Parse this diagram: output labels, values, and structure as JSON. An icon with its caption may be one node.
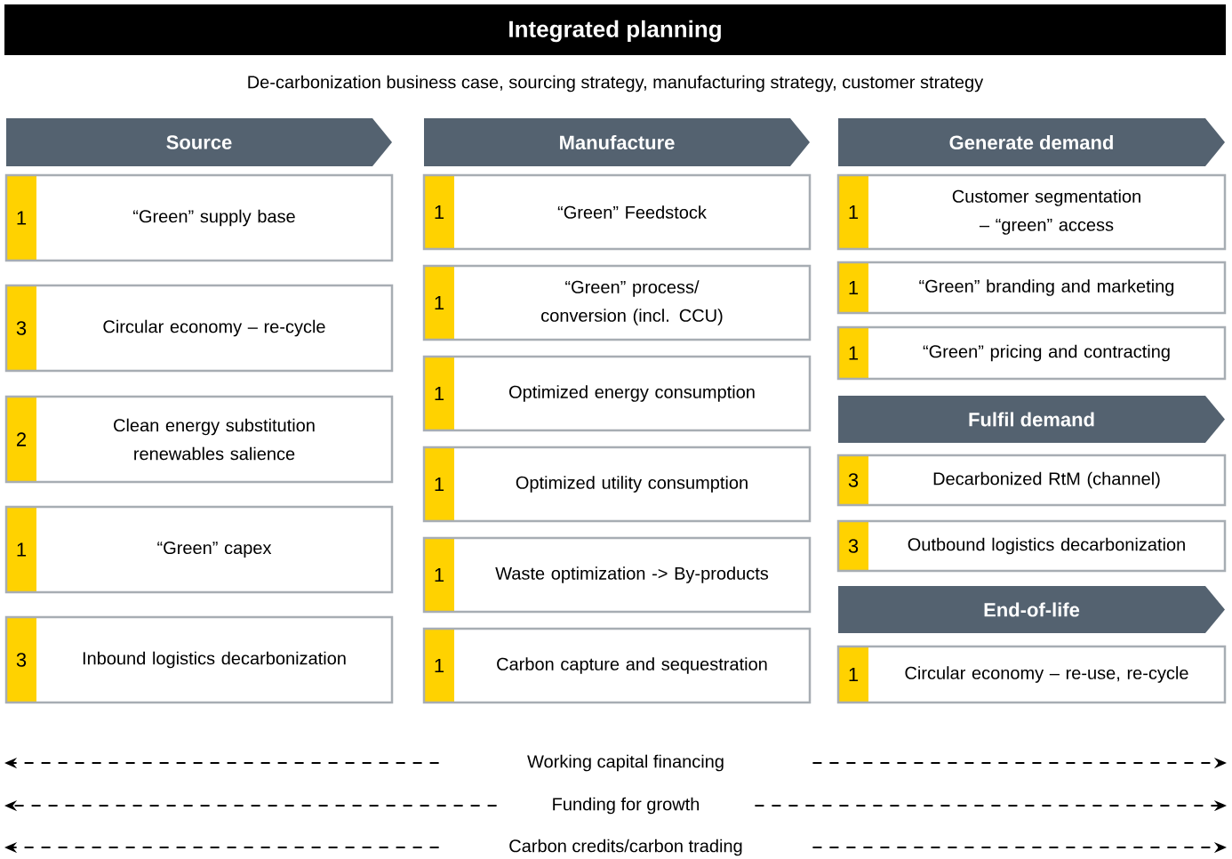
{
  "diagram": {
    "title": "Integrated planning",
    "nodes": [
      {
        "text": [
          "Source"
        ]
      },
      {
        "text": [
          "1",
          "“Green” supply base"
        ]
      },
      {
        "text": [
          "3",
          "Circular economy – re-cycle"
        ]
      },
      {
        "text": [
          "2",
          "Clean energy substitution renewables salience"
        ]
      },
      {
        "text": [
          "1",
          "“Green” capex"
        ]
      },
      {
        "text": [
          "3",
          "Inbound logistics decarbonization"
        ]
      },
      {
        "text": [
          "Manufacture"
        ]
      },
      {
        "text": [
          "1",
          "“Green” Feedstock"
        ]
      },
      {
        "text": [
          "1",
          "“Green” process/ conversion (incl. CCU)"
        ]
      },
      {
        "text": [
          "1",
          "Optimized energy consumption"
        ]
      },
      {
        "text": [
          "1",
          "Optimized utility consumption"
        ]
      },
      {
        "text": [
          "1",
          "Waste optimization -> By-products"
        ]
      },
      {
        "text": [
          "1",
          "Carbon capture and sequestration"
        ]
      },
      {
        "text": [
          "Generate demand"
        ]
      },
      {
        "text": [
          "1",
          "Customer segmentation – “green” access"
        ]
      },
      {
        "text": [
          "1",
          "“Green” branding and marketing"
        ]
      },
      {
        "text": [
          "1",
          "“Green” pricing and contracting"
        ]
      },
      {
        "text": [
          "Fulfil demand"
        ]
      },
      {
        "text": [
          "3",
          "Decarbonized RtM (channel)"
        ]
      },
      {
        "text": [
          "3",
          "Outbound logistics decarbonization"
        ]
      },
      {
        "text": [
          "End-of-life"
        ]
      },
      {
        "text": [
          "1",
          "Circular economy – re-use, re-cycle"
        ]
      },
      {
        "text": [
          "Working capital financing"
        ]
      },
      {
        "text": [
          "Funding for growth"
        ]
      },
      {
        "text": [
          "Carbon credits/carbon trading"
        ]
      }
    ],
    "edges": [
      {
        "from": 22,
        "to": null,
        "arrow": "to",
        "style": "dashed"
      },
      {
        "from": 22,
        "to": null,
        "arrow": "to",
        "style": "dashed"
      },
      {
        "from": 23,
        "to": null,
        "arrow": "to",
        "style": "dashed"
      },
      {
        "from": 23,
        "to": null,
        "arrow": "to",
        "style": "dashed"
      },
      {
        "from": 24,
        "to": null,
        "arrow": "to",
        "style": "dashed"
      },
      {
        "from": 24,
        "to": null,
        "arrow": "to",
        "style": "dashed"
      }
    ],
    "labels": [
      "De-carbonization business case, sourcing strategy, manufacturing strategy, customer strategy"
    ]
  }
}
